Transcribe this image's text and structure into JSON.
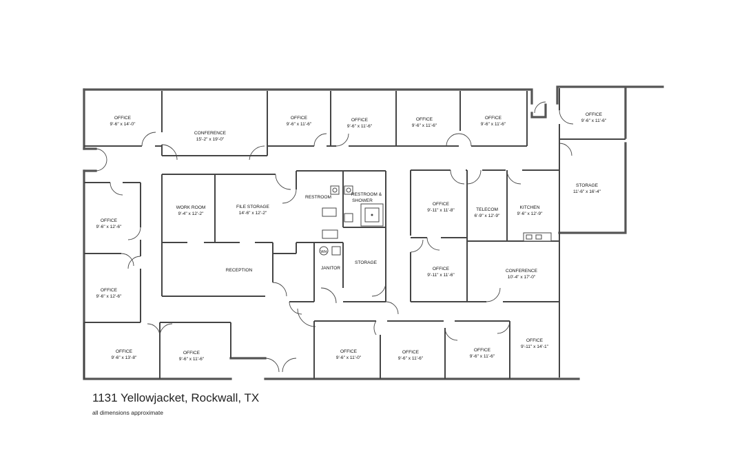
{
  "title": "1131 Yellowjacket, Rockwall, TX",
  "subtitle": "all dimensions approximate",
  "rooms": {
    "office_tl": {
      "name": "OFFICE",
      "dim": "9'-6\" x 14'-0\""
    },
    "conference_top": {
      "name": "CONFERENCE",
      "dim": "15'-2\" x 19'-0\""
    },
    "office_t1": {
      "name": "OFFICE",
      "dim": "9'-6\" x 11'-6\""
    },
    "office_t2": {
      "name": "OFFICE",
      "dim": "9'-6\" x 11'-6\""
    },
    "office_t3": {
      "name": "OFFICE",
      "dim": "9'-6\" x 11'-6\""
    },
    "office_t4": {
      "name": "OFFICE",
      "dim": "9'-6\" x 11'-6\""
    },
    "office_tr": {
      "name": "OFFICE",
      "dim": "9'-6\" x 11'-6\""
    },
    "storage_right": {
      "name": "STORAGE",
      "dim": "11'-6\" x 16'-4\""
    },
    "work_room": {
      "name": "WORK ROOM",
      "dim": "9'-4\" x 12'-2\""
    },
    "file_storage": {
      "name": "FILE STORAGE",
      "dim": "14'-6\" x 12'-2\""
    },
    "restroom": {
      "name": "RESTROOM"
    },
    "restroom_shower_1": {
      "name": "RESTROOM &"
    },
    "restroom_shower_2": {
      "name": "SHOWER"
    },
    "office_mid1": {
      "name": "OFFICE",
      "dim": "9'-11\" x 11'-8\""
    },
    "telecom": {
      "name": "TELECOM",
      "dim": "6'-9\" x 12'-9\""
    },
    "kitchen": {
      "name": "KITCHEN",
      "dim": "9'-6\" x 12'-9\""
    },
    "office_l1": {
      "name": "OFFICE",
      "dim": "9'-6\" x 12'-6\""
    },
    "office_l2": {
      "name": "OFFICE",
      "dim": "9'-6\" x 12'-6\""
    },
    "reception": {
      "name": "RECEPTION"
    },
    "wh": {
      "name": "WH"
    },
    "janitor": {
      "name": "JANITOR"
    },
    "storage_mid": {
      "name": "STORAGE"
    },
    "office_mid2": {
      "name": "OFFICE",
      "dim": "9'-11\" x 11'-6\""
    },
    "conference_mid": {
      "name": "CONFERENCE",
      "dim": "10'-4\" x 17'-0\""
    },
    "office_bl": {
      "name": "OFFICE",
      "dim": "9'-6\" x 13'-8\""
    },
    "office_b2": {
      "name": "OFFICE",
      "dim": "9'-6\" x 11'-6\""
    },
    "office_b3": {
      "name": "OFFICE",
      "dim": "9'-6\" x 11'-0\""
    },
    "office_b4": {
      "name": "OFFICE",
      "dim": "9'-6\" x 11'-6\""
    },
    "office_b5": {
      "name": "OFFICE",
      "dim": "9'-6\" x 11'-6\""
    },
    "office_br": {
      "name": "OFFICE",
      "dim": "9'-11\" x 14'-1\""
    }
  }
}
